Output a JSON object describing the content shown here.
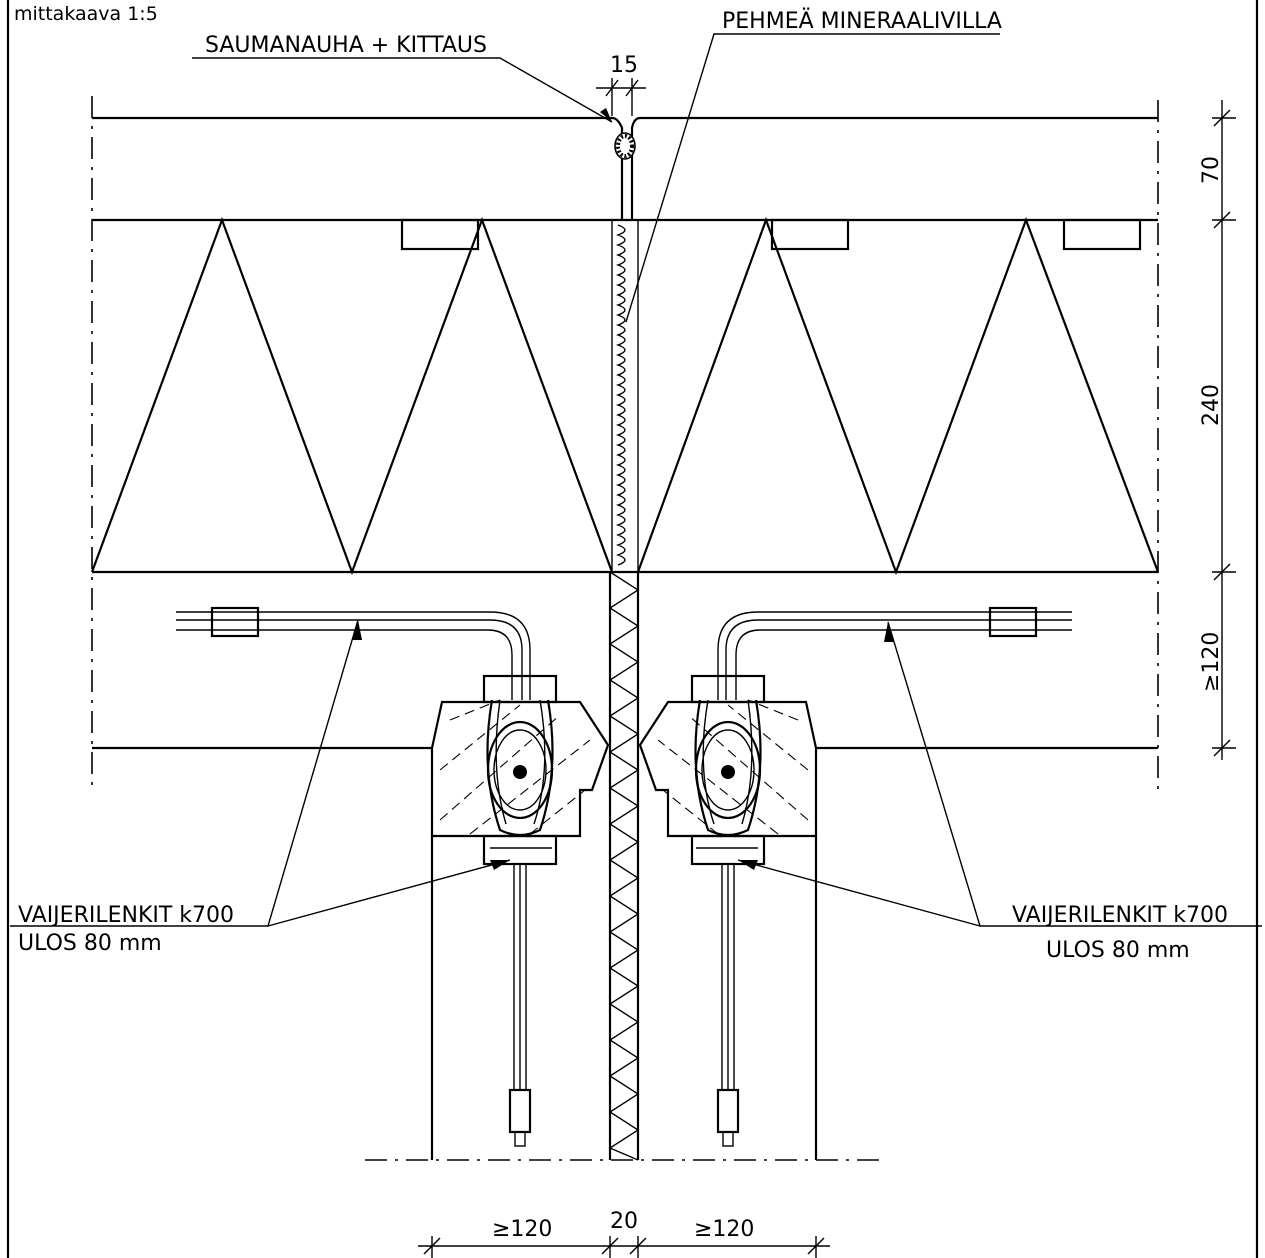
{
  "scale_label": "mittakaava 1:5",
  "labels": {
    "joint_tape": "SAUMANAUHA + KITTAUS",
    "mineral_wool": "PEHMEÄ MINERAALIVILLA",
    "wire_loops_left_line1": "VAIJERILENKIT k700",
    "wire_loops_left_line2": "ULOS 80 mm",
    "wire_loops_right_line1": "VAIJERILENKIT k700",
    "wire_loops_right_line2": "ULOS 80 mm"
  },
  "dimensions": {
    "joint_gap_top": "15",
    "topping_thickness": "70",
    "slab_thickness": "240",
    "bearing_min": "≥120",
    "bottom_left": "≥120",
    "bottom_gap": "20",
    "bottom_right": "≥120"
  }
}
